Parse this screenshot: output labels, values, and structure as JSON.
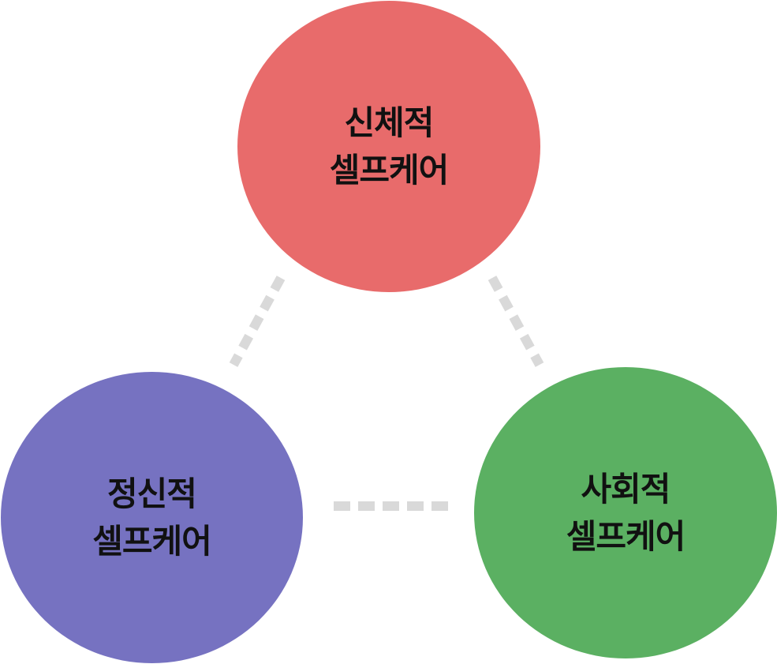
{
  "colors": {
    "physical": "#E86B6B",
    "mental": "#7672C1",
    "social": "#5BB062",
    "connector": "#D9D9D9",
    "label_text": "#111111"
  },
  "nodes": {
    "physical": {
      "line1": "신체적",
      "line2": "셀프케어"
    },
    "mental": {
      "line1": "정신적",
      "line2": "셀프케어"
    },
    "social": {
      "line1": "사회적",
      "line2": "셀프케어"
    }
  }
}
